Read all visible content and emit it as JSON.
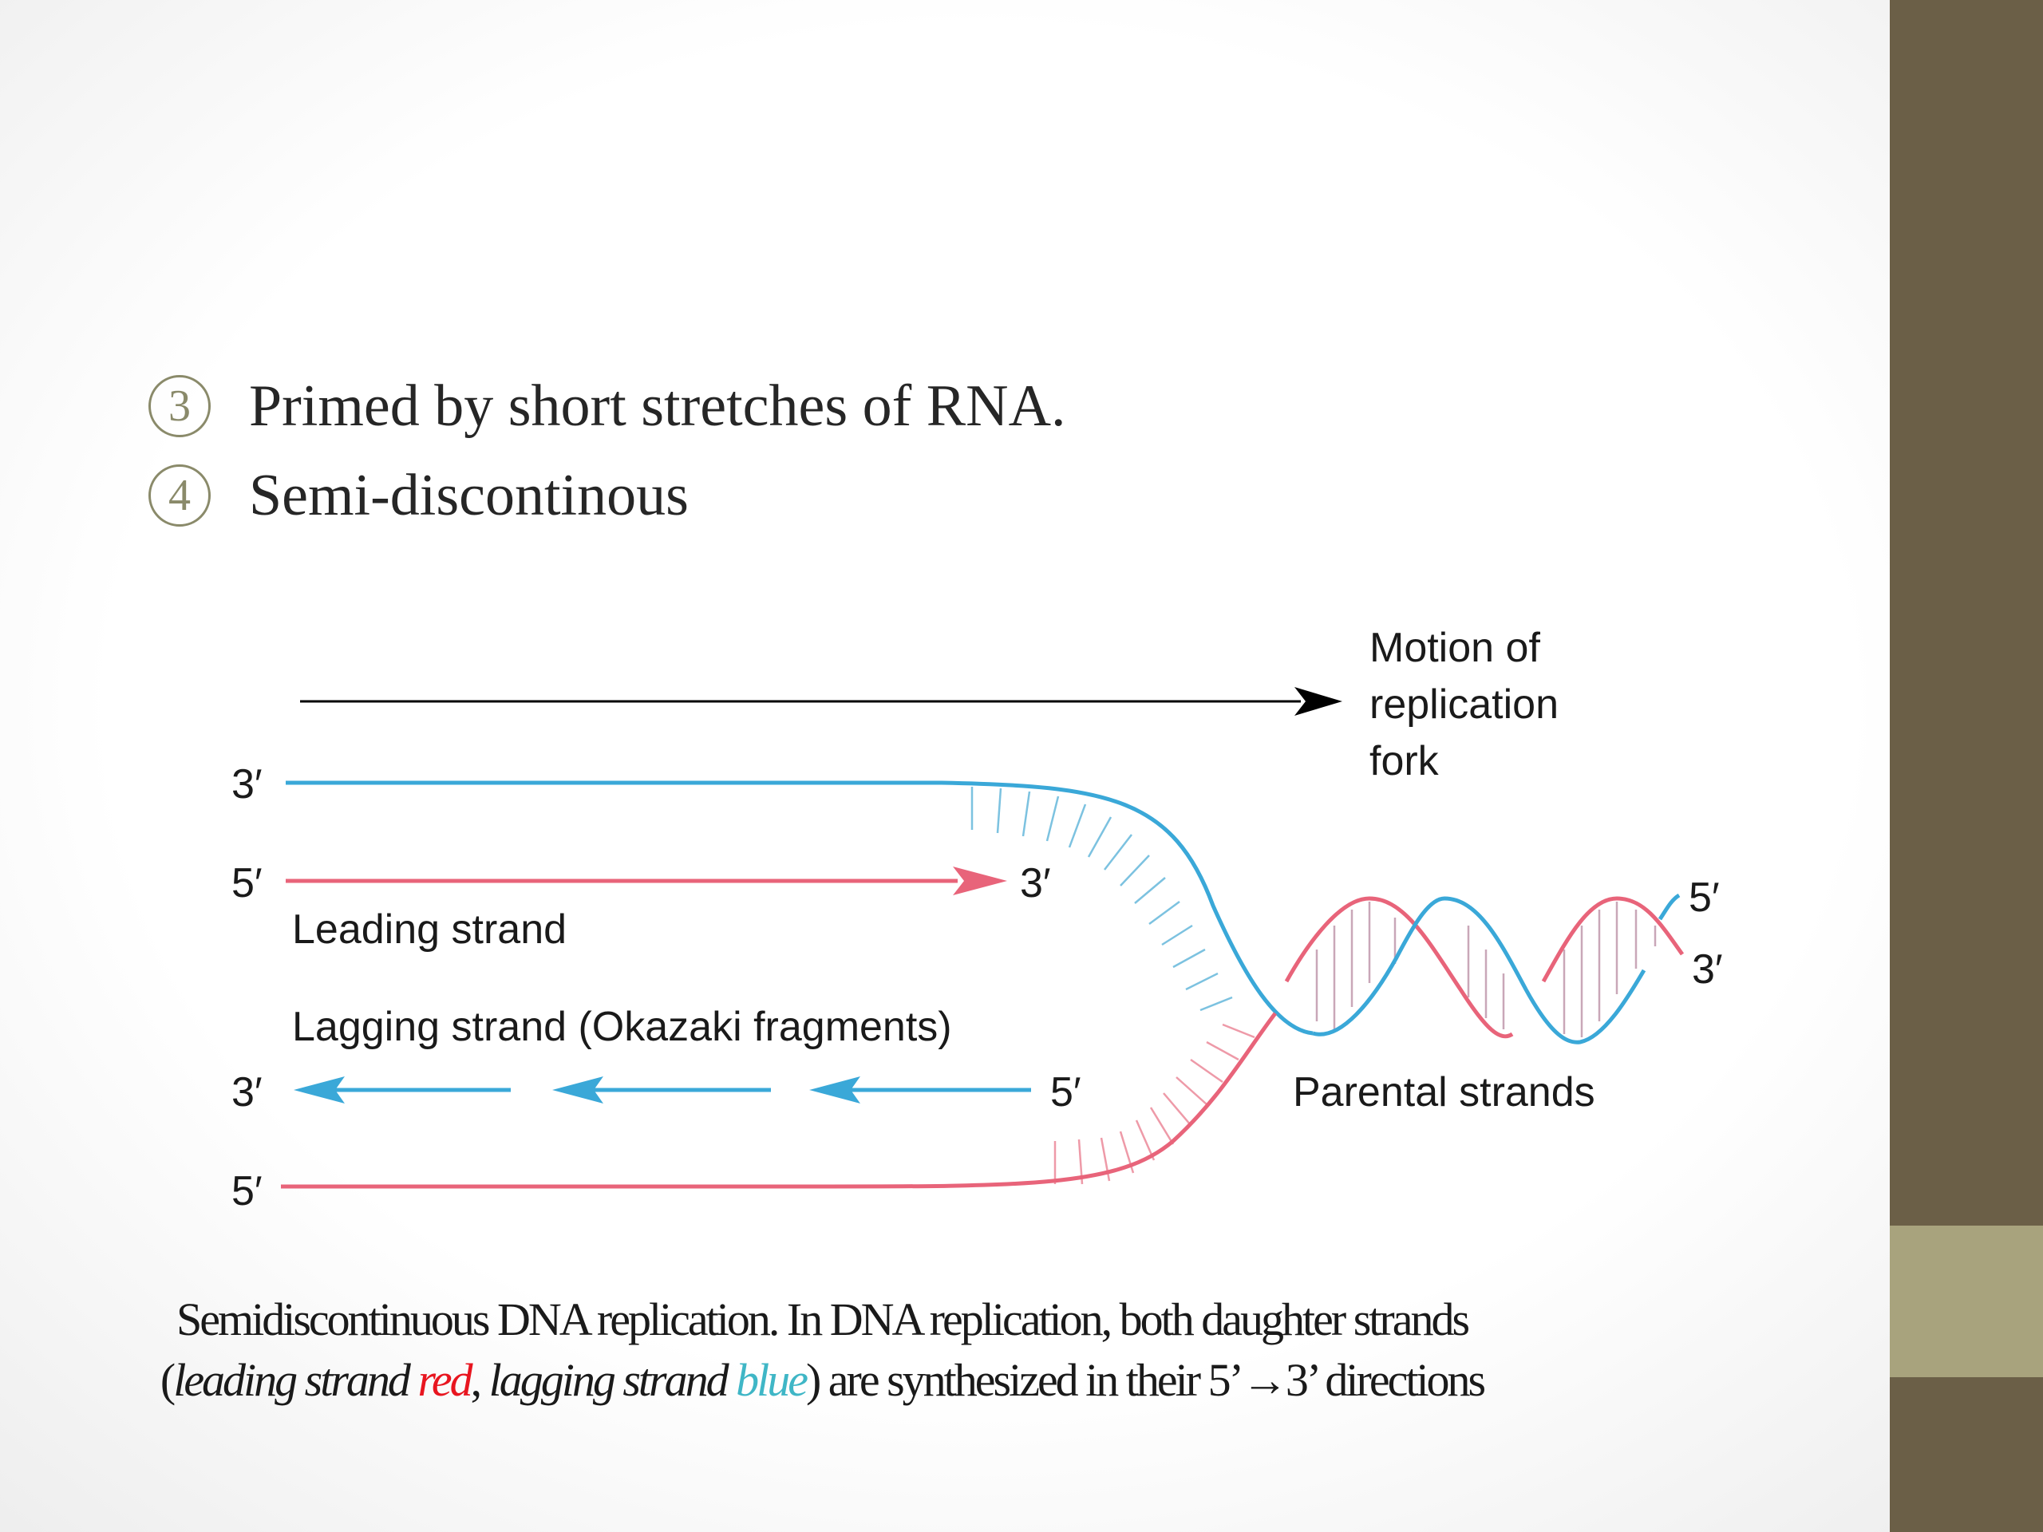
{
  "bullets": [
    {
      "number": "3",
      "text": "Primed by short stretches of RNA."
    },
    {
      "number": "4",
      "text": "Semi-discontinous"
    }
  ],
  "diagram": {
    "motion_label": [
      "Motion of",
      "replication",
      "fork"
    ],
    "leading": {
      "top_end_label": "3′",
      "bottom_start_label": "5′",
      "arrow_end_label": "3′",
      "name": "Leading strand"
    },
    "lagging": {
      "name": "Lagging strand (Okazaki fragments)",
      "left_label": "3′",
      "fragment_end_label": "5′",
      "bottom_label": "5′"
    },
    "parental": {
      "name": "Parental strands",
      "top_label": "5′",
      "bottom_label": "3′"
    },
    "colors": {
      "leading_red": "#e8647a",
      "lagging_blue": "#3aa8d8",
      "motion_arrow": "#000000"
    }
  },
  "caption": {
    "line1": "Semidiscontinuous DNA replication. In DNA replication, both daughter strands",
    "line2_open": "(",
    "line2_leading_italic": "leading strand",
    "line2_red_word": "red",
    "line2_comma": ",",
    "line2_lagging_italic": "lagging strand",
    "line2_blue_word": "blue",
    "line2_rest": ") are synthesized in their 5’→3’ directions"
  },
  "slide": {
    "sidebar_color": "#6b5f47",
    "accent_color": "#a8a37d"
  }
}
